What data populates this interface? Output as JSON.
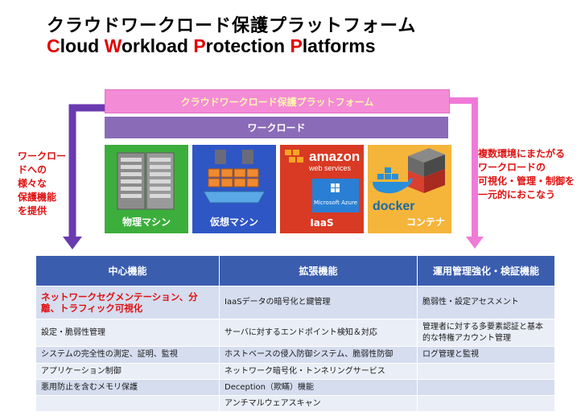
{
  "title": {
    "jp": "クラウドワークロード保護プラットフォーム",
    "en_words": [
      {
        "cap": "C",
        "rest": "loud "
      },
      {
        "cap": "W",
        "rest": "orkload "
      },
      {
        "cap": "P",
        "rest": "rotection "
      },
      {
        "cap": "P",
        "rest": "latforms"
      }
    ]
  },
  "diagram": {
    "platform_bar": "クラウドワークロード保護プラットフォーム",
    "workload_bar": "ワークロード",
    "tiles": [
      "物理マシン",
      "仮想マシン",
      "IaaS",
      "コンテナ"
    ],
    "aws_logo": {
      "word": "amazon",
      "sub": "web services"
    },
    "azure_logo": "Microsoft Azure",
    "docker_logo": "docker",
    "left_note": [
      "ワークロー",
      "ドへの",
      "様々な",
      "保護機能",
      "を提供"
    ],
    "right_note": [
      "複数環境にまたがる",
      "ワークロードの",
      "可視化・管理・制御を",
      "一元的におこなう"
    ]
  },
  "colors": {
    "platform": "#f48bd6",
    "workload": "#8a6bb8",
    "arrow_left": "#6a3ab0",
    "arrow_right": "#f07ad8",
    "accent_red": "#e01010",
    "table_header": "#3a5dae"
  },
  "table": {
    "headers": [
      "中心機能",
      "拡張機能",
      "運用管理強化・検証機能"
    ],
    "rows": [
      [
        "ネットワークセグメンテーション、分離、トラフィック可視化",
        "IaaSデータの暗号化と鍵管理",
        "脆弱性・設定アセスメント"
      ],
      [
        "設定・脆弱性管理",
        "サーバに対するエンドポイント検知＆対応",
        "管理者に対する多要素認証と基本的な特権アカウント管理"
      ],
      [
        "システムの完全性の測定、証明、監視",
        "ホストベースの侵入防御システム、脆弱性防御",
        "ログ管理と監視"
      ],
      [
        "アプリケーション制御",
        "ネットワーク暗号化・トンネリングサービス",
        ""
      ],
      [
        "悪用防止を含むメモリ保護",
        "Deception（欺瞞）機能",
        ""
      ],
      [
        "",
        "アンチマルウェアスキャン",
        ""
      ]
    ]
  }
}
